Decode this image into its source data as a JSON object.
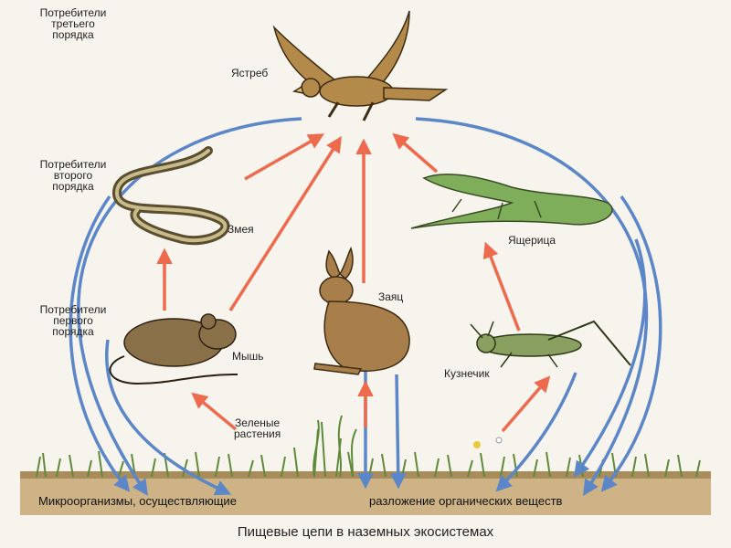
{
  "levels": {
    "third": "Потребители\nтретьего\nпорядка",
    "second": "Потребители\nвторого\nпорядка",
    "first": "Потребители\nпервого\nпорядка"
  },
  "animals": {
    "hawk": "Ястреб",
    "snake": "Змея",
    "lizard": "Ящерица",
    "hare": "Заяц",
    "mouse": "Мышь",
    "grasshopper": "Кузнечик",
    "plants": "Зеленые\nрастения"
  },
  "soil": {
    "left": "Микроорганизмы, осуществляющие",
    "right": "разложение органических веществ"
  },
  "caption": "Пищевые цепи в наземных экосистемах",
  "colors": {
    "red_arrow": "#ee6a4d",
    "blue_arrow": "#5b86c8",
    "soil": "#cdb385",
    "grass": "#5f8a3a"
  }
}
